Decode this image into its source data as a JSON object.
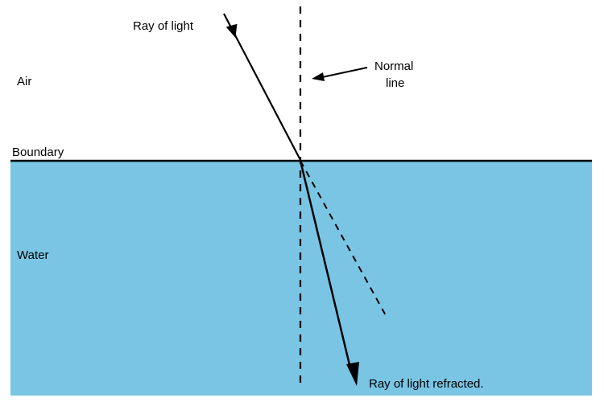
{
  "labels": {
    "incident_ray": "Ray of light",
    "normal_line_1": "Normal",
    "normal_line_2": "line",
    "air": "Air",
    "boundary": "Boundary",
    "water": "Water",
    "refracted_ray": "Ray of light refracted."
  },
  "colors": {
    "water": "#7AC5E3",
    "line": "#000000",
    "background": "#FFFFFF"
  }
}
